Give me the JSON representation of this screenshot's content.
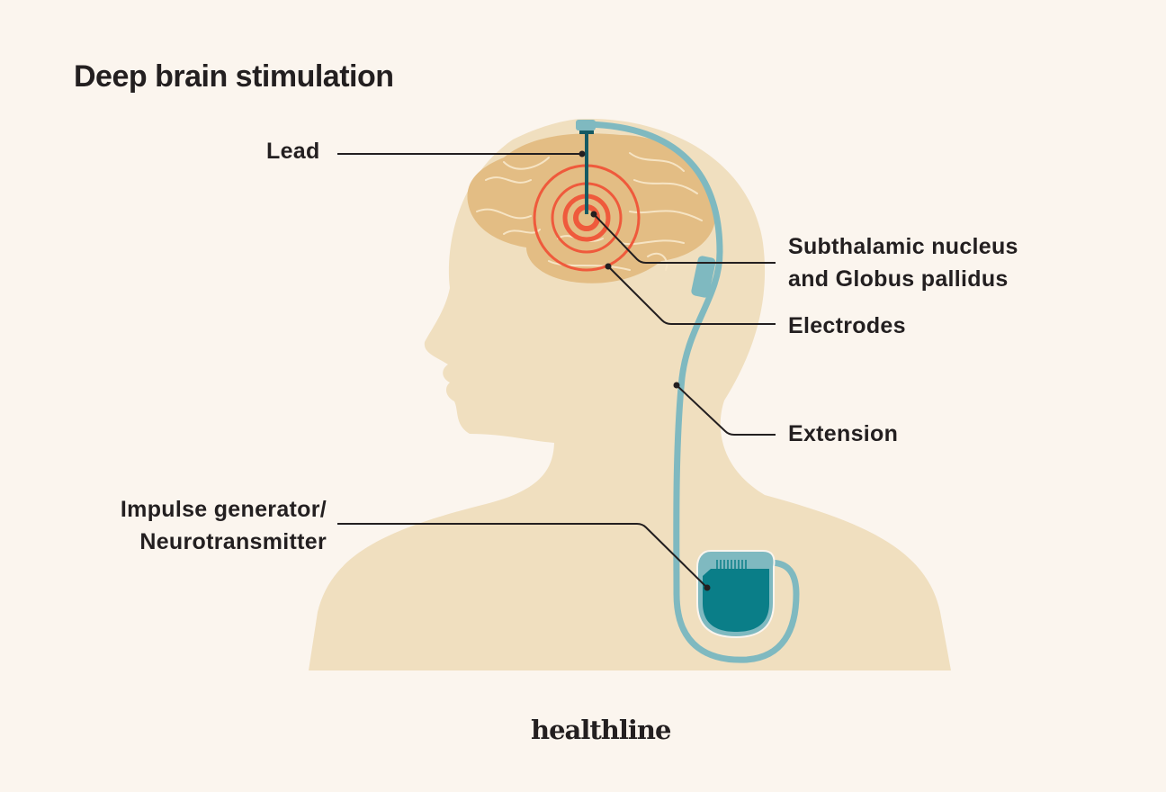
{
  "title": "Deep brain stimulation",
  "labels": {
    "lead": "Lead",
    "nucleus_line1": "Subthalamic nucleus",
    "nucleus_line2": "and Globus pallidus",
    "electrodes": "Electrodes",
    "extension": "Extension",
    "generator_line1": "Impulse generator/",
    "generator_line2": "Neurotransmitter"
  },
  "brand": "healthline",
  "colors": {
    "background": "#fbf5ee",
    "silhouette": "#f0dfbf",
    "brain": "#e3bd84",
    "cable": "#7fb9c0",
    "device": "#0a7e88",
    "rings": "#ef5a3c",
    "lead": "#155a63"
  }
}
